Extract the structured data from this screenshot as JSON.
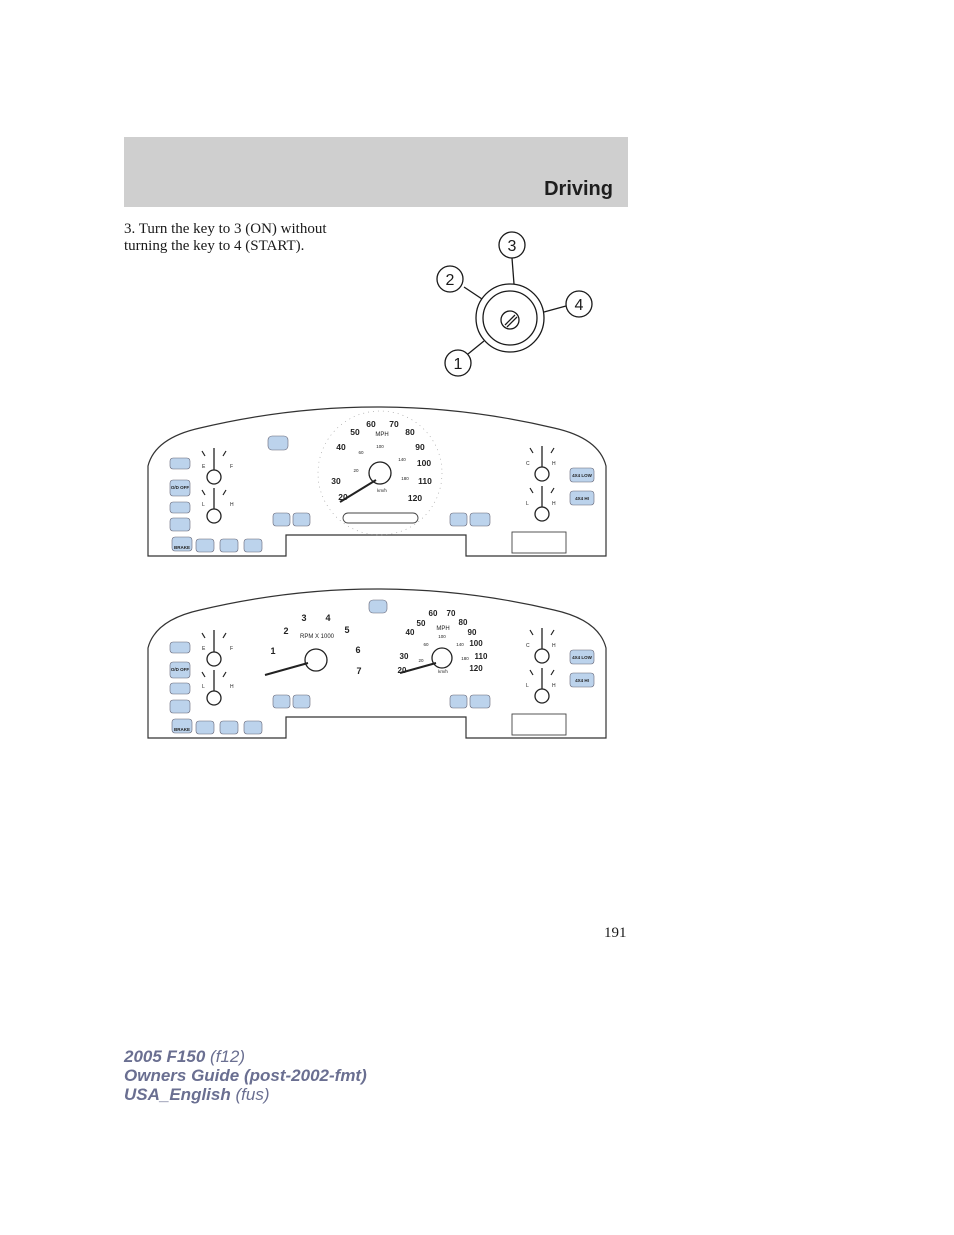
{
  "header": {
    "section_title": "Driving"
  },
  "body": {
    "line1": "3. Turn the key to 3 (ON) without",
    "line2": "turning the key to 4 (START)."
  },
  "ignition_diagram": {
    "positions": [
      "1",
      "2",
      "3",
      "4"
    ]
  },
  "cluster_1": {
    "speedo_mph": [
      "20",
      "30",
      "40",
      "50",
      "60",
      "70",
      "80",
      "90",
      "100",
      "110",
      "120"
    ],
    "speedo_kmh": [
      "20",
      "60",
      "100",
      "140",
      "180"
    ],
    "mph_label": "MPH",
    "kmh_label": "km/h",
    "gauge_left_top": {
      "low": "E",
      "high": "F"
    },
    "gauge_left_bottom": {
      "low": "L",
      "high": "H"
    },
    "gauge_right_top": {
      "low": "C",
      "high": "H"
    },
    "gauge_right_bottom": {
      "low": "L",
      "high": "H"
    },
    "od_off": "O/D OFF",
    "brake": "BRAKE",
    "four_low": "4X4 LOW",
    "four_hi": "4X4 HI"
  },
  "cluster_2": {
    "tach": [
      "1",
      "2",
      "3",
      "4",
      "5",
      "6",
      "7"
    ],
    "tach_label": "RPM X 1000",
    "speedo_mph": [
      "20",
      "30",
      "40",
      "50",
      "60",
      "70",
      "80",
      "90",
      "100",
      "110",
      "120"
    ],
    "speedo_kmh": [
      "20",
      "60",
      "100",
      "140",
      "180"
    ],
    "mph_label": "MPH",
    "kmh_label": "km/h",
    "gauge_left_top": {
      "low": "E",
      "high": "F"
    },
    "gauge_left_bottom": {
      "low": "L",
      "high": "H"
    },
    "gauge_right_top": {
      "low": "C",
      "high": "H"
    },
    "gauge_right_bottom": {
      "low": "L",
      "high": "H"
    },
    "od_off": "O/D OFF",
    "brake": "BRAKE",
    "four_low": "4X4 LOW",
    "four_hi": "4X4 HI"
  },
  "page_number": "191",
  "footer": {
    "model_bold": "2005 F150",
    "model_code": "(f12)",
    "guide_bold": "Owners Guide (post-2002-fmt)",
    "lang_bold": "USA_English",
    "lang_code": "(fus)"
  },
  "colors": {
    "header_band": "#cfcfcf",
    "footer_text": "#6a6f91",
    "icon_blue": "#bcd3ec"
  }
}
